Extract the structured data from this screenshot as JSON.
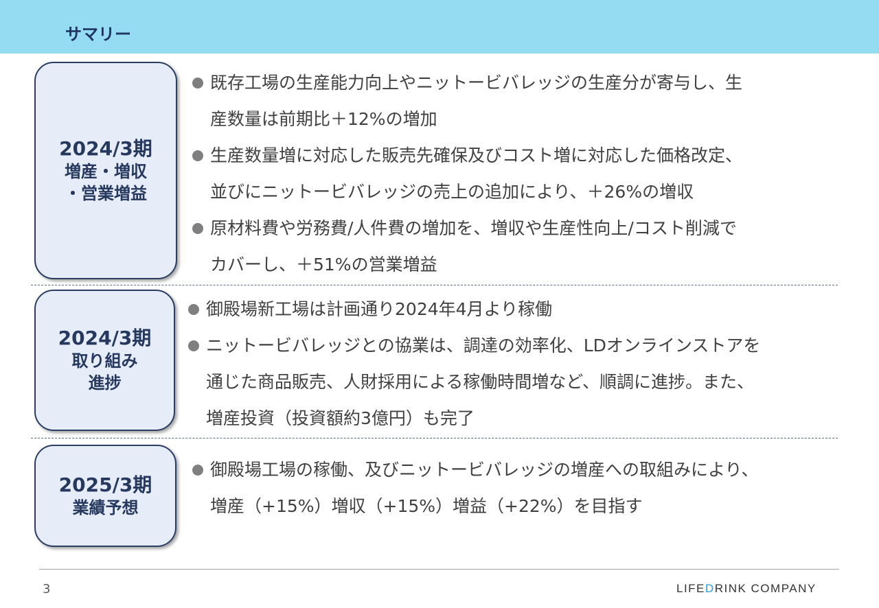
{
  "header": {
    "title": "サマリー"
  },
  "sections": [
    {
      "label_line1": "2024/3期",
      "label_line2": "増産・増収",
      "label_line3": "・営業増益",
      "bullets": [
        [
          "既存工場の生産能力向上やニットービバレッジの生産分が寄与し、生",
          "産数量は前期比＋12%の増加"
        ],
        [
          "生産数量増に対応した販売先確保及びコスト増に対応した価格改定、",
          "並びにニットービバレッジの売上の追加により、＋26%の増収"
        ],
        [
          "原材料費や労務費/人件費の増加を、増収や生産性向上/コスト削減で",
          "カバーし、＋51%の営業増益"
        ]
      ]
    },
    {
      "label_line1": "2024/3期",
      "label_line2": "取り組み",
      "label_line3": "進捗",
      "bullets": [
        [
          "御殿場新工場は計画通り2024年4月より稼働"
        ],
        [
          "ニットービバレッジとの協業は、調達の効率化、LDオンラインストアを",
          "通じた商品販売、人財採用による稼働時間増など、順調に進捗。また、",
          "増産投資（投資額約3億円）も完了"
        ]
      ]
    },
    {
      "label_line1": "2025/3期",
      "label_line2": "業績予想",
      "bullets": [
        [
          "御殿場工場の稼働、及びニットービバレッジの増産への取組みにより、",
          "増産（+15%）増収（+15%）増益（+22%）を目指す"
        ]
      ]
    }
  ],
  "footer": {
    "page_number": "3",
    "logo_text": "LIFEDRINK COMPANY"
  },
  "colors": {
    "header_bg": "#95dcf2",
    "title": "#1f3461",
    "box_bg": "#e6edf8",
    "box_border": "#2b3d63",
    "logo_accent": "#2a9fd6"
  }
}
